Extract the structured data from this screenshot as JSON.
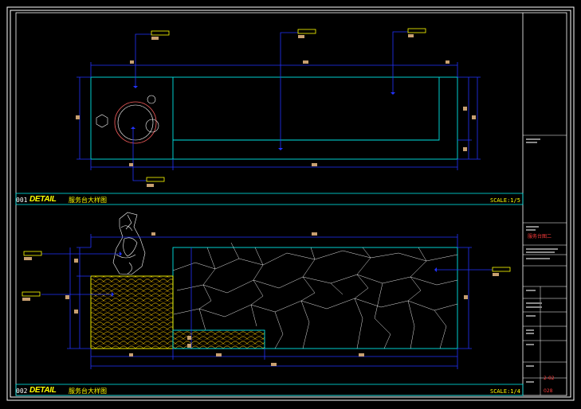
{
  "drawing": {
    "details": [
      {
        "number": "001",
        "keyword": "DETAIL",
        "title": "服务台大样图",
        "scale": "SCALE:1/5"
      },
      {
        "number": "002",
        "keyword": "DETAIL",
        "title": "服务台大样图",
        "scale": "SCALE:1/4"
      }
    ],
    "title_block": {
      "drawing_name": "服务台图二",
      "code_a": "2-02",
      "code_b": "028"
    }
  },
  "colors": {
    "outline": "#00e5e5",
    "dimension": "#2233ff",
    "highlight": "#ffff00",
    "dim_tag": "#c8a070",
    "frame": "#ffffff"
  }
}
